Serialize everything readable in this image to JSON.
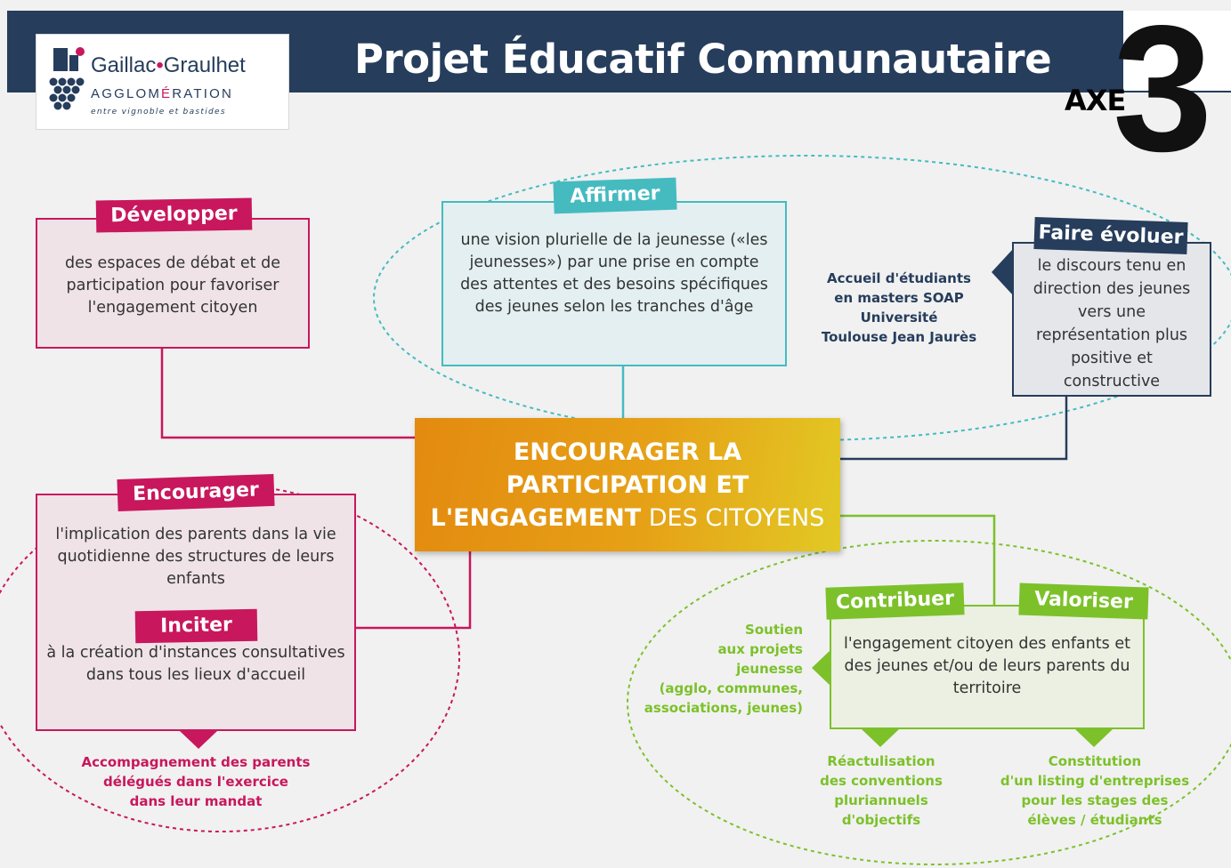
{
  "header": {
    "title": "Projet Éducatif Communautaire",
    "axe_label": "AXE",
    "axe_number": "3"
  },
  "logo": {
    "name_part1": "Gaillac",
    "name_sep": "•",
    "name_part2": "Graulhet",
    "aggl_part1": "AGGLOM",
    "aggl_accent": "É",
    "aggl_part2": "RATION",
    "tagline": "entre vignoble et bastides"
  },
  "center": {
    "line1": "ENCOURAGER LA",
    "line2": "PARTICIPATION ET",
    "line3_bold": "L'ENGAGEMENT",
    "line3_light": " DES CITOYENS"
  },
  "developper": {
    "badge": "Développer",
    "text": "des espaces de débat et de participation pour favoriser l'engagement citoyen"
  },
  "affirmer": {
    "badge": "Affirmer",
    "text": "une vision plurielle de la jeunesse («les jeunesses») par une prise en compte des attentes et des besoins spécifiques des jeunes selon les tranches d'âge"
  },
  "faire_evoluer": {
    "badge": "Faire évoluer",
    "text": "le discours tenu en direction des jeunes vers une représentation plus positive et constructive"
  },
  "accueil_note": {
    "line1": "Accueil d'étudiants",
    "line2": "en masters SOAP",
    "line3": "Université",
    "line4": "Toulouse Jean Jaurès"
  },
  "encourager": {
    "badge": "Encourager",
    "text": "l'implication des parents dans la vie quotidienne des structures de leurs enfants",
    "badge2": "Inciter",
    "text2": "à la création d'instances consultatives dans tous les lieux d'accueil"
  },
  "accompagnement_note": {
    "line1": "Accompagnement des parents",
    "line2": "délégués dans l'exercice",
    "line3": "dans leur mandat"
  },
  "contribuer": {
    "badge": "Contribuer",
    "badge2": "Valoriser",
    "text": "l'engagement citoyen des enfants et des jeunes et/ou de leurs parents du territoire"
  },
  "soutien_note": {
    "line1": "Soutien",
    "line2": "aux projets",
    "line3": "jeunesse",
    "line4": "(agglo, communes,",
    "line5": "associations, jeunes)"
  },
  "reactualisation_note": {
    "line1": "Réactulisation",
    "line2": "des conventions",
    "line3": "pluriannuels",
    "line4": "d'objectifs"
  },
  "constitution_note": {
    "line1": "Constitution",
    "line2": "d'un listing d'entreprises",
    "line3": "pour les stages des",
    "line4": "élèves / étudiants"
  },
  "colors": {
    "navy": "#263d5c",
    "pink": "#c8175c",
    "teal": "#45bbc0",
    "green": "#7cc12a",
    "orange": "#e38a10"
  }
}
